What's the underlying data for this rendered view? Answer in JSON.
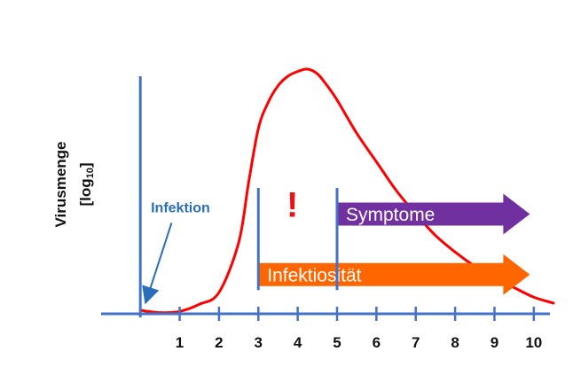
{
  "chart_data": {
    "type": "line",
    "title": "",
    "xlabel": "",
    "ylabel": "Virusmenge",
    "ylabel_unit_prefix": "[log",
    "ylabel_unit_sub": "10",
    "ylabel_unit_suffix": "]",
    "xlim": [
      -0.5,
      10.5
    ],
    "ylim": [
      0,
      10
    ],
    "x_ticks": [
      0,
      1,
      2,
      3,
      4,
      5,
      6,
      7,
      8,
      9,
      10
    ],
    "x_tick_labels": [
      "",
      "1",
      "2",
      "3",
      "4",
      "5",
      "6",
      "7",
      "8",
      "9",
      "10"
    ],
    "grid": false,
    "series": [
      {
        "color": "#ff0000",
        "x": [
          0,
          0.5,
          1.0,
          1.5,
          2.0,
          2.5,
          2.75,
          3.0,
          3.25,
          3.5,
          3.75,
          4.0,
          4.25,
          4.5,
          4.75,
          5.0,
          5.5,
          6.0,
          6.5,
          7.0,
          7.5,
          8.0,
          8.5,
          9.0,
          9.5,
          10.0,
          10.5
        ],
        "y": [
          0.15,
          0.05,
          0.1,
          0.4,
          0.9,
          3.0,
          5.5,
          7.8,
          8.9,
          9.6,
          10.0,
          10.2,
          10.3,
          10.1,
          9.6,
          9.0,
          7.6,
          6.4,
          5.2,
          4.2,
          3.3,
          2.6,
          2.0,
          1.5,
          1.1,
          0.7,
          0.45
        ]
      }
    ],
    "markers": [
      {
        "x": 3,
        "y_min": 1.0,
        "y_max": 5.3
      },
      {
        "x": 5,
        "y_min": 1.0,
        "y_max": 5.3
      }
    ],
    "annotations": [
      {
        "id": "symptome",
        "label": "Symptome",
        "x_start": 5,
        "x_end": 9.9,
        "y": 4.2,
        "color": "#7030a0"
      },
      {
        "id": "infektiositaet",
        "label": "Infektiosität",
        "x_start": 3,
        "x_end": 9.9,
        "y": 1.65,
        "color": "#ff6600"
      },
      {
        "id": "infektion",
        "label": "Infektion",
        "x": 0.75,
        "y": 4.5,
        "target_x": 0.1,
        "target_y": 0.6,
        "color": "#2a6ebb"
      },
      {
        "id": "warning",
        "label": "!",
        "x": 4,
        "y": 4.6,
        "color": "#ee1111"
      }
    ],
    "axis_color": "#4472c4"
  }
}
